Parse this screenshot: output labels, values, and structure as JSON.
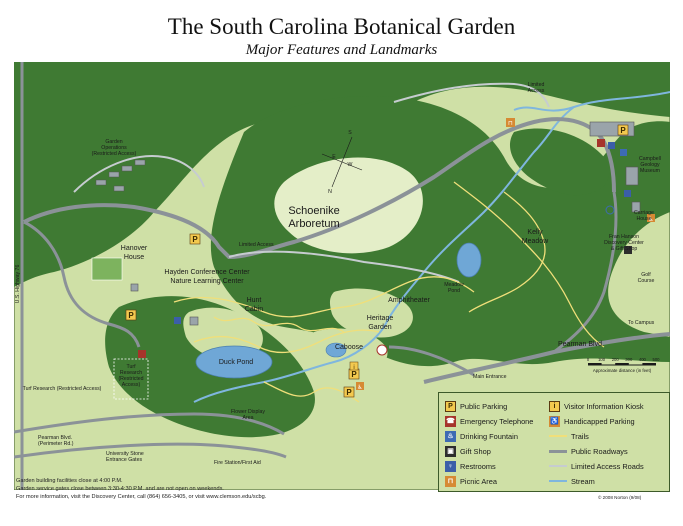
{
  "title": "The South Carolina Botanical Garden",
  "subtitle": "Major Features and Landmarks",
  "labels": {
    "schoenike": "Schoenike",
    "arboretum": "Arboretum",
    "hanover_house": "Hanover",
    "hanover_house2": "House",
    "garden_ops": "Garden",
    "garden_ops2": "Operations",
    "garden_ops3": "(Restricted Access)",
    "limited_access_left": "Limited Access",
    "limited_access_top": "Limited",
    "limited_access_top2": "Access",
    "hayden": "Hayden Conference Center",
    "nature": "Nature Learning Center",
    "hunt_cabin": "Hunt",
    "hunt_cabin2": "Cabin",
    "amphitheater": "Amphitheater",
    "heritage": "Heritage",
    "heritage2": "Garden",
    "caboose": "Caboose",
    "duck_pond": "Duck Pond",
    "flower_display": "Flower Display",
    "flower_display2": "Area",
    "kelly_meadow": "Kelly",
    "kelly_meadow2": "Meadow",
    "meadow_pond": "Meadow",
    "meadow_pond2": "Pond",
    "fran_hanson": "Fran Hanson",
    "discovery": "Discovery Center",
    "gift_shop": "& Gift Shop",
    "campbell": "Campbell",
    "geology": "Geology",
    "museum": "Museum",
    "carriage": "Carriage",
    "carriage2": "House",
    "golf": "Golf",
    "golf2": "Course",
    "to_campus": "To Campus",
    "pearman": "Pearman Blvd.",
    "main_entrance": "Main Entrance",
    "turf_research": "Turf Research (Restricted Access)",
    "turf_research_mid": "Turf",
    "turf_research_mid2": "Research",
    "turf_research_mid3": "(Restricted",
    "turf_research_mid4": "Access)",
    "pearman_left": "Pearman Blvd.",
    "perimeter": "(Perimeter Rd.)",
    "university": "University Stone",
    "entrance_gates": "Entrance Gates",
    "fire_station": "Fire Station/First Aid",
    "highway": "U.S. Highway 76",
    "compass_n": "N",
    "compass_s": "S",
    "compass_e": "E",
    "compass_w": "W"
  },
  "scale": {
    "ticks": [
      "0",
      "100",
      "200",
      "300",
      "400",
      "500"
    ],
    "caption": "Approximate distance (in feet)"
  },
  "legend": {
    "items": [
      {
        "label": "Public Parking",
        "icon": "parking-icon",
        "glyph": "P"
      },
      {
        "label": "Emergency Telephone",
        "icon": "telephone-icon",
        "glyph": "☎"
      },
      {
        "label": "Drinking Fountain",
        "icon": "fountain-icon",
        "glyph": "♨"
      },
      {
        "label": "Gift Shop",
        "icon": "gift-icon",
        "glyph": "▣"
      },
      {
        "label": "Restrooms",
        "icon": "restroom-icon",
        "glyph": "♀"
      },
      {
        "label": "Picnic Area",
        "icon": "picnic-icon",
        "glyph": "⊓"
      },
      {
        "label": "Visitor Information Kiosk",
        "icon": "info-icon",
        "glyph": "i"
      },
      {
        "label": "Handicapped Parking",
        "icon": "wheelchair-icon",
        "glyph": "♿"
      },
      {
        "label": "Trails",
        "icon": "trail-line"
      },
      {
        "label": "Public Roadways",
        "icon": "road-line"
      },
      {
        "label": "Limited Access Roads",
        "icon": "limited-road-line"
      },
      {
        "label": "Stream",
        "icon": "stream-line"
      }
    ]
  },
  "footer": {
    "line1": "Garden building facilities close at 4:00 P.M.",
    "line2": "Garden service gates close between 3:30-4:30 P.M. and are not open on weekends.",
    "line3": "For more information, visit the Discovery Center, call (864) 656-3405, or visit www.clemson.edu/scbg."
  },
  "copyright": "© 2008 Norton (9/08)",
  "colors": {
    "forest": "#3f7a33",
    "meadow": "#cfe0a6",
    "pale": "#e4eec8",
    "road": "#8b9298",
    "trail": "#f0df7a",
    "water": "#6fa7d6",
    "stream": "#7fb6de"
  }
}
